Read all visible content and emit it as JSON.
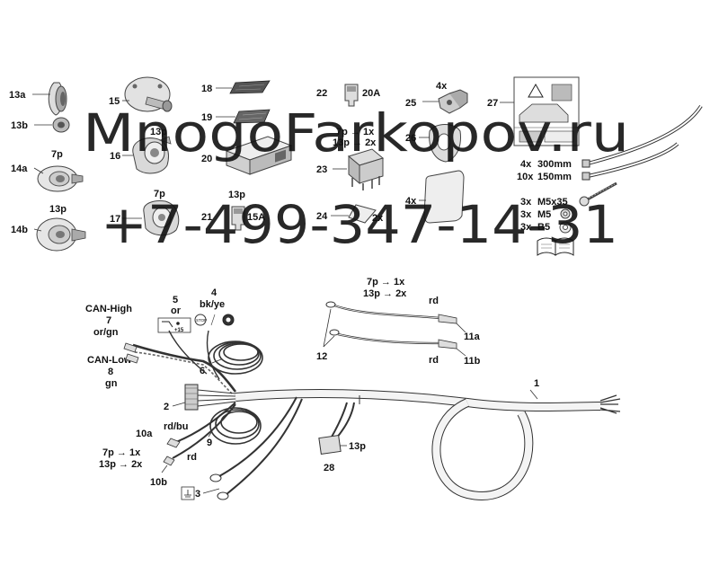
{
  "watermark": {
    "line1": "MnogoFarkopov.ru",
    "line2": "+7-499-347-14-31",
    "color": "#2aa7e0"
  },
  "parts": {
    "p13a": "13a",
    "p13b": "13b",
    "p14a": "14a",
    "p14b": "14b",
    "p15": "15",
    "p16": "16",
    "p17": "17",
    "p18": "18",
    "p19": "19",
    "p20": "20",
    "p21": "21",
    "p22": "22",
    "p23": "23",
    "p24": "24",
    "p25": "25",
    "p26": "26",
    "p27": "27",
    "p1": "1",
    "p2": "2",
    "p3": "3",
    "p4": "4",
    "p5": "5",
    "p6": "6",
    "p7": "7",
    "p8": "8",
    "p9": "9",
    "p10a": "10a",
    "p10b": "10b",
    "p11a": "11a",
    "p11b": "11b",
    "p12": "12",
    "p28": "28"
  },
  "annotations": {
    "a7p_14a": "7p",
    "a13p_14b": "13p",
    "a13p_16": "13p",
    "a7p_17": "7p",
    "a13p_21": "13p",
    "a20A": "20A",
    "a15A": "15A",
    "a4x_25": "4x",
    "a4x_blank": "4x",
    "a2x_24": "2x",
    "k_7p1x": "7p → 1x",
    "k_13p2x": "13p → 2x",
    "r1_q": "4x",
    "r1_v": "300mm",
    "r2_q": "10x",
    "r2_v": "150mm",
    "s1_q": "3x",
    "s1_v": "M5x35",
    "s2_q": "3x",
    "s2_v": "M5",
    "s3_q": "3x",
    "s3_v": "B5",
    "w_7p1x": "7p → 1x",
    "w_13p2x": "13p → 2x",
    "w_rd1": "rd",
    "w_rd2": "rd",
    "can_high": "CAN-High",
    "can_high_color": "or/gn",
    "can_low": "CAN-Low",
    "can_low_color": "gn",
    "or": "or",
    "bkye": "bk/ye",
    "plus15": "+15",
    "rdbu": "rd/bu",
    "rd_10": "rd",
    "l_7p1x": "7p → 1x",
    "l_13p2x": "13p → 2x",
    "c13p_28": "13p"
  }
}
